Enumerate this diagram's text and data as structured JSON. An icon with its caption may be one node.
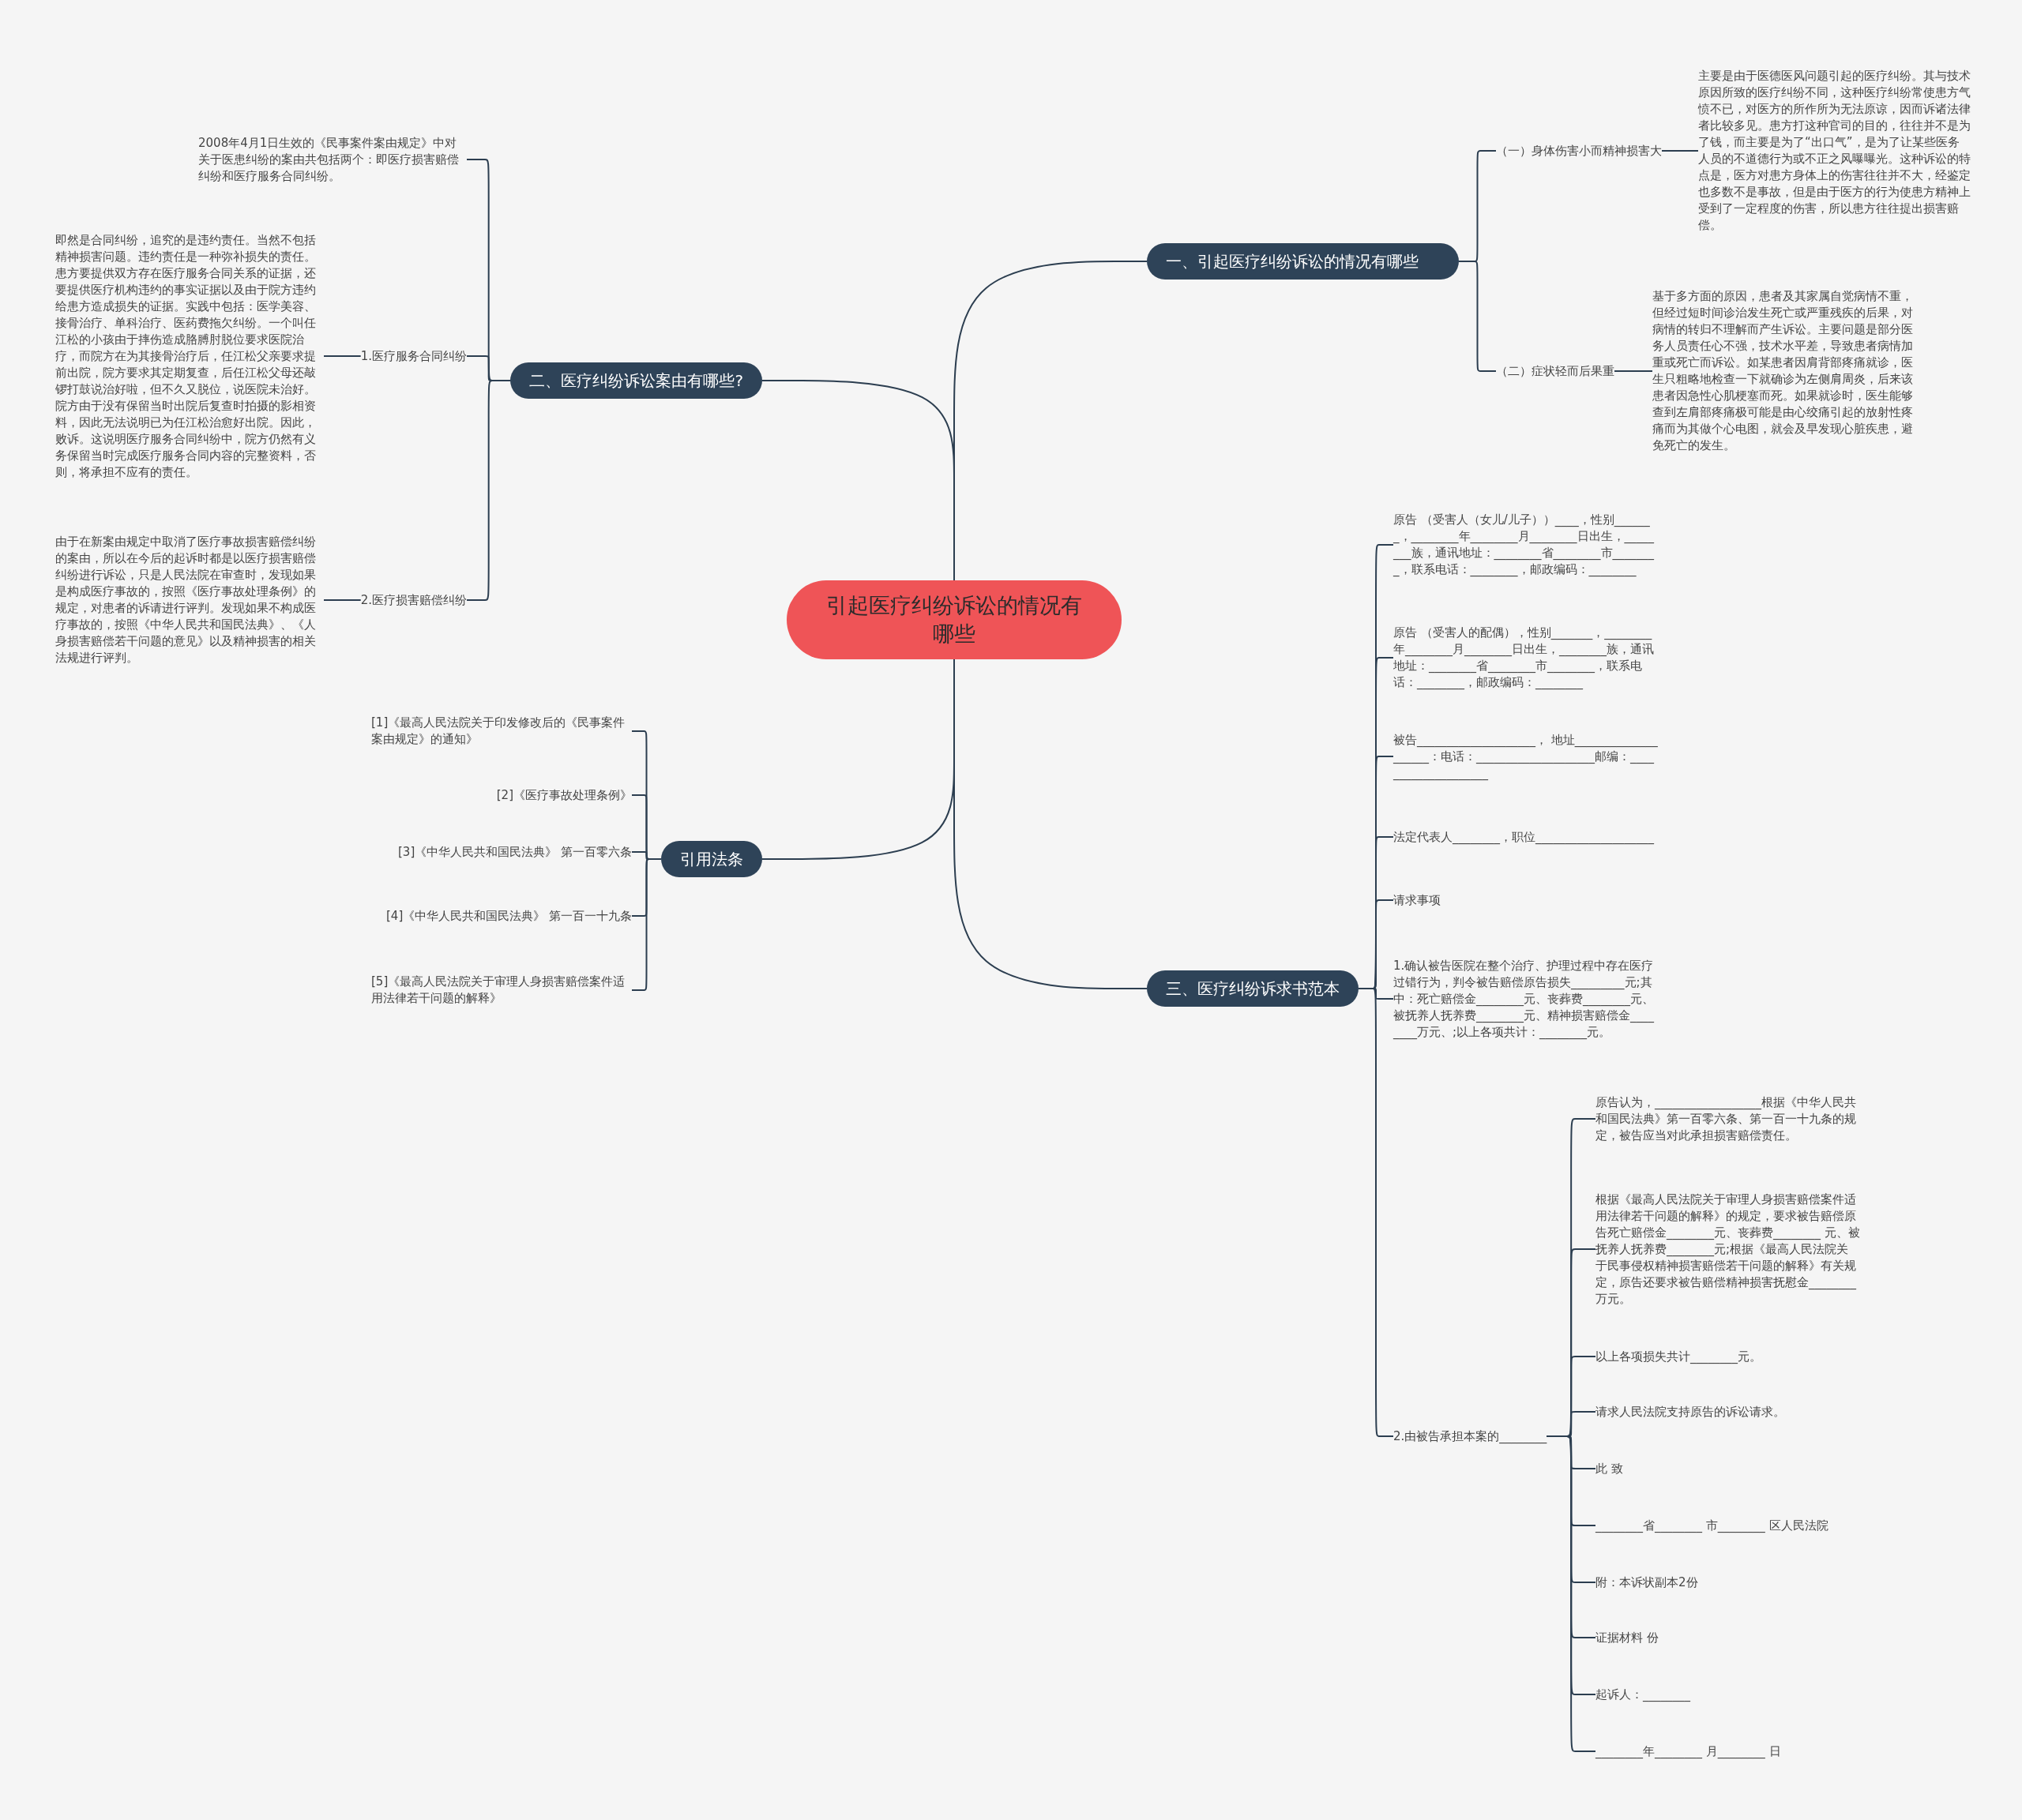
{
  "diagram": {
    "nodes": [
      {
        "text": [
          "引起医疗纠纷诉讼的情况有哪些"
        ]
      },
      {
        "text": [
          "一、引起医疗纠纷诉讼的情况有哪些"
        ]
      },
      {
        "text": [
          "（一）身体伤害小而精神损害大"
        ]
      },
      {
        "text": [
          "主要是由于医德医风问题引起的医疗纠纷。其与技术原因所致的医疗纠纷不同，这种医疗纠纷常使患方气愤不已，对医方的所作所为无法原谅，因而诉诸法律者比较多见。患方打这种官司的目的，往往并不是为了钱，而主要是为了“出口气”，是为了让某些医务人员的不道德行为或不正之风曝曝光。这种诉讼的特点是，医方对患方身体上的伤害往往并不大，经鉴定也多数不是事故，但是由于医方的行为使患方精神上受到了一定程度的伤害，所以患方往往提出损害赔偿。"
        ]
      },
      {
        "text": [
          "（二）症状轻而后果重"
        ]
      },
      {
        "text": [
          "基于多方面的原因，患者及其家属自觉病情不重，但经过短时间诊治发生死亡或严重残疾的后果，对病情的转归不理解而产生诉讼。主要问题是部分医务人员责任心不强，技术水平差，导致患者病情加重或死亡而诉讼。如某患者因肩背部疼痛就诊，医生只粗略地检查一下就确诊为左侧肩周炎，后来该患者因急性心肌梗塞而死。如果就诊时，医生能够查到左肩部疼痛极可能是由心绞痛引起的放射性疼痛而为其做个心电图，就会及早发现心脏疾患，避免死亡的发生。"
        ]
      },
      {
        "text": [
          "二、医疗纠纷诉讼案由有哪些?"
        ]
      },
      {
        "text": [
          "2008年4月1日生效的《民事案件案由规定》中对关于医患纠纷的案由共包括两个：即医疗损害赔偿纠纷和医疗服务合同纠纷。"
        ]
      },
      {
        "text": [
          "1.医疗服务合同纠纷"
        ]
      },
      {
        "text": [
          "即然是合同纠纷，追究的是违约责任。当然不包括精神损害问题。违约责任是一种弥补损失的责任。患方要提供双方存在医疗服务合同关系的证据，还要提供医疗机构违约的事实证据以及由于院方违约给患方造成损失的证据。实践中包括：医学美容、接骨治疗、单科治疗、医药费拖欠纠纷。一个叫任江松的小孩由于摔伤造成胳膊肘脱位要求医院治疗，而院方在为其接骨治疗后，任江松父亲要求提前出院，院方要求其定期复查，后任江松父母还敲锣打鼓说治好啦，但不久又脱位，说医院未治好。院方由于没有保留当时出院后复查时拍摄的影相资料，因此无法说明已为任江松治愈好出院。因此，败诉。这说明医疗服务合同纠纷中，院方仍然有义务保留当时完成医疗服务合同内容的完整资料，否则，将承担不应有的责任。"
        ]
      },
      {
        "text": [
          "2.医疗损害赔偿纠纷"
        ]
      },
      {
        "text": [
          "由于在新案由规定中取消了医疗事故损害赔偿纠纷的案由，所以在今后的起诉时都是以医疗损害赔偿纠纷进行诉讼，只是人民法院在审查时，发现如果是构成医疗事故的，按照《医疗事故处理条例》的规定，对患者的诉请进行评判。发现如果不构成医疗事故的，按照《中华人民共和国民法典》、《人身损害赔偿若干问题的意见》以及精神损害的相关法规进行评判。"
        ]
      },
      {
        "text": [
          "三、医疗纠纷诉求书范本"
        ]
      },
      {
        "text": [
          "原告 （受害人（女儿/儿子））____，性别_______，________年________月________日出生，________族，通讯地址：________省________市________，联系电话：________，邮政编码：________"
        ]
      },
      {
        "text": [
          "原告 （受害人的配偶），性别_______，________年________月________日出生，________族，通讯地址：________省________市________，联系电话：________，邮政编码：________"
        ]
      },
      {
        "text": [
          "被告____________________， 地址____________________：电话：____________________邮编：____________________"
        ]
      },
      {
        "text": [
          "法定代表人________，职位____________________"
        ]
      },
      {
        "text": [
          "请求事项"
        ]
      },
      {
        "text": [
          "1.确认被告医院在整个治疗、护理过程中存在医疗过错行为，判令被告赔偿原告损失_________元;其中：死亡赔偿金________元、丧葬费________元、被抚养人抚养费________元、精神损害赔偿金________万元、;以上各项共计：________元。"
        ]
      },
      {
        "text": [
          "2.由被告承担本案的________"
        ]
      },
      {
        "text": [
          "原告认为，__________________根据《中华人民共和国民法典》第一百零六条、第一百一十九条的规定，被告应当对此承担损害赔偿责任。"
        ]
      },
      {
        "text": [
          "根据《最高人民法院关于审理人身损害赔偿案件适用法律若干问题的解释》的规定，要求被告赔偿原告死亡赔偿金________元、丧葬费________ 元、被抚养人抚养费________元;根据《最高人民法院关于民事侵权精神损害赔偿若干问题的解释》有关规定，原告还要求被告赔偿精神损害抚慰金________万元。"
        ]
      },
      {
        "text": [
          "以上各项损失共计________元。"
        ]
      },
      {
        "text": [
          "请求人民法院支持原告的诉讼请求。"
        ]
      },
      {
        "text": [
          "此 致"
        ]
      },
      {
        "text": [
          "________省________ 市________ 区人民法院"
        ]
      },
      {
        "text": [
          "附：本诉状副本2份"
        ]
      },
      {
        "text": [
          "证据材料 份"
        ]
      },
      {
        "text": [
          "起诉人：________"
        ]
      },
      {
        "text": [
          "________年________ 月________ 日"
        ]
      },
      {
        "text": [
          "引用法条"
        ]
      },
      {
        "text": [
          "[1]《最高人民法院关于印发修改后的《民事案件案由规定》的通知》"
        ]
      },
      {
        "text": [
          "[2]《医疗事故处理条例》"
        ]
      },
      {
        "text": [
          "[3]《中华人民共和国民法典》 第一百零六条"
        ]
      },
      {
        "text": [
          "[4]《中华人民共和国民法典》 第一百一十九条"
        ]
      },
      {
        "text": [
          "[5]《最高人民法院关于审理人身损害赔偿案件适用法律若干问题的解释》"
        ]
      }
    ],
    "edges": [
      {
        "from": 0,
        "to": 1,
        "arrow": "none"
      },
      {
        "from": 0,
        "to": 6,
        "arrow": "none"
      },
      {
        "from": 0,
        "to": 12,
        "arrow": "none"
      },
      {
        "from": 0,
        "to": 30,
        "arrow": "none"
      },
      {
        "from": 1,
        "to": 2,
        "arrow": "none"
      },
      {
        "from": 1,
        "to": 4,
        "arrow": "none"
      },
      {
        "from": 2,
        "to": 3,
        "arrow": "none"
      },
      {
        "from": 4,
        "to": 5,
        "arrow": "none"
      },
      {
        "from": 6,
        "to": 7,
        "arrow": "none"
      },
      {
        "from": 6,
        "to": 8,
        "arrow": "none"
      },
      {
        "from": 6,
        "to": 10,
        "arrow": "none"
      },
      {
        "from": 8,
        "to": 9,
        "arrow": "none"
      },
      {
        "from": 10,
        "to": 11,
        "arrow": "none"
      },
      {
        "from": 12,
        "to": 13,
        "arrow": "none"
      },
      {
        "from": 12,
        "to": 14,
        "arrow": "none"
      },
      {
        "from": 12,
        "to": 15,
        "arrow": "none"
      },
      {
        "from": 12,
        "to": 16,
        "arrow": "none"
      },
      {
        "from": 12,
        "to": 17,
        "arrow": "none"
      },
      {
        "from": 12,
        "to": 18,
        "arrow": "none"
      },
      {
        "from": 12,
        "to": 19,
        "arrow": "none"
      },
      {
        "from": 19,
        "to": 20,
        "arrow": "none"
      },
      {
        "from": 19,
        "to": 21,
        "arrow": "none"
      },
      {
        "from": 19,
        "to": 22,
        "arrow": "none"
      },
      {
        "from": 19,
        "to": 23,
        "arrow": "none"
      },
      {
        "from": 19,
        "to": 24,
        "arrow": "none"
      },
      {
        "from": 19,
        "to": 25,
        "arrow": "none"
      },
      {
        "from": 19,
        "to": 26,
        "arrow": "none"
      },
      {
        "from": 19,
        "to": 27,
        "arrow": "none"
      },
      {
        "from": 19,
        "to": 28,
        "arrow": "none"
      },
      {
        "from": 19,
        "to": 29,
        "arrow": "none"
      },
      {
        "from": 30,
        "to": 31,
        "arrow": "none"
      },
      {
        "from": 30,
        "to": 32,
        "arrow": "none"
      },
      {
        "from": 30,
        "to": 33,
        "arrow": "none"
      },
      {
        "from": 30,
        "to": 34,
        "arrow": "none"
      },
      {
        "from": 30,
        "to": 35,
        "arrow": "none"
      }
    ]
  }
}
